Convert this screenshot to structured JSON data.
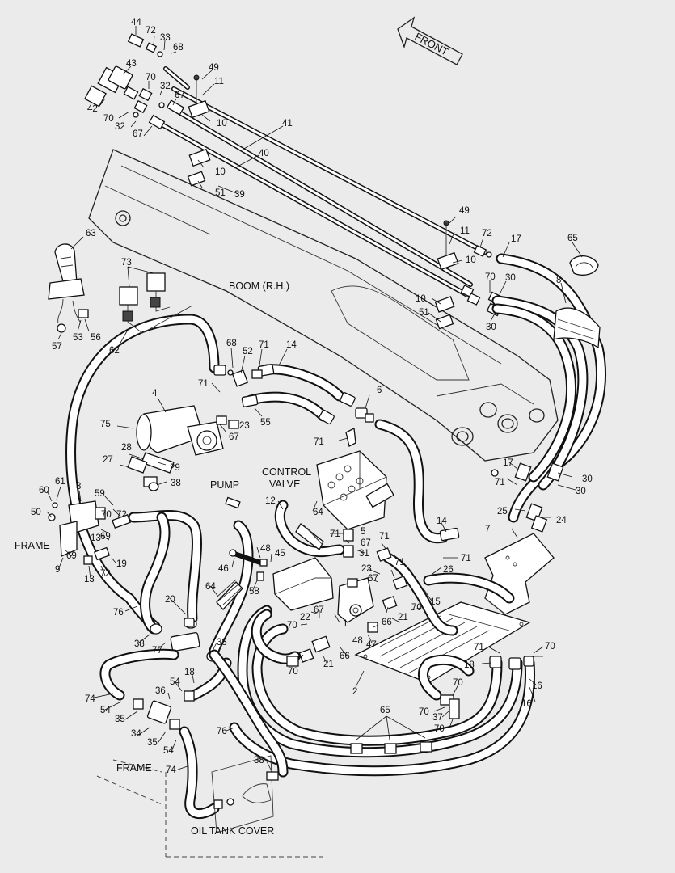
{
  "labels": {
    "front": "FRONT",
    "boom": "BOOM (R.H.)",
    "control_valve_line1": "CONTROL",
    "control_valve_line2": "VALVE",
    "pump": "PUMP",
    "frame_left": "FRAME",
    "frame_bottom": "FRAME",
    "oil_tank_cover": "OIL TANK COVER"
  },
  "callouts": [
    {
      "id": "c-44",
      "text": "44"
    },
    {
      "id": "c-72a",
      "text": "72"
    },
    {
      "id": "c-33",
      "text": "33"
    },
    {
      "id": "c-68a",
      "text": "68"
    },
    {
      "id": "c-49a",
      "text": "49"
    },
    {
      "id": "c-11a",
      "text": "11"
    },
    {
      "id": "c-43",
      "text": "43"
    },
    {
      "id": "c-70a",
      "text": "70"
    },
    {
      "id": "c-32a",
      "text": "32"
    },
    {
      "id": "c-67a",
      "text": "67"
    },
    {
      "id": "c-42",
      "text": "42"
    },
    {
      "id": "c-70b",
      "text": "70"
    },
    {
      "id": "c-32b",
      "text": "32"
    },
    {
      "id": "c-67b",
      "text": "67"
    },
    {
      "id": "c-10a",
      "text": "10"
    },
    {
      "id": "c-41",
      "text": "41"
    },
    {
      "id": "c-40",
      "text": "40"
    },
    {
      "id": "c-10b",
      "text": "10"
    },
    {
      "id": "c-39",
      "text": "39"
    },
    {
      "id": "c-51a",
      "text": "51"
    },
    {
      "id": "c-49b",
      "text": "49"
    },
    {
      "id": "c-11b",
      "text": "11"
    },
    {
      "id": "c-72b",
      "text": "72"
    },
    {
      "id": "c-17a",
      "text": "17"
    },
    {
      "id": "c-65a",
      "text": "65"
    },
    {
      "id": "c-10c",
      "text": "10"
    },
    {
      "id": "c-63",
      "text": "63"
    },
    {
      "id": "c-73",
      "text": "73"
    },
    {
      "id": "c-70c",
      "text": "70"
    },
    {
      "id": "c-30a",
      "text": "30"
    },
    {
      "id": "c-8",
      "text": "8"
    },
    {
      "id": "c-10d",
      "text": "10"
    },
    {
      "id": "c-51b",
      "text": "51"
    },
    {
      "id": "c-30b",
      "text": "30"
    },
    {
      "id": "c-57",
      "text": "57"
    },
    {
      "id": "c-53",
      "text": "53"
    },
    {
      "id": "c-56",
      "text": "56"
    },
    {
      "id": "c-62",
      "text": "62"
    },
    {
      "id": "c-68b",
      "text": "68"
    },
    {
      "id": "c-52",
      "text": "52"
    },
    {
      "id": "c-71a",
      "text": "71"
    },
    {
      "id": "c-14a",
      "text": "14"
    },
    {
      "id": "c-71b",
      "text": "71"
    },
    {
      "id": "c-4",
      "text": "4"
    },
    {
      "id": "c-6",
      "text": "6"
    },
    {
      "id": "c-23a",
      "text": "23"
    },
    {
      "id": "c-55",
      "text": "55"
    },
    {
      "id": "c-75",
      "text": "75"
    },
    {
      "id": "c-67c",
      "text": "67"
    },
    {
      "id": "c-71c",
      "text": "71"
    },
    {
      "id": "c-28",
      "text": "28"
    },
    {
      "id": "c-27",
      "text": "27"
    },
    {
      "id": "c-29",
      "text": "29"
    },
    {
      "id": "c-38a",
      "text": "38"
    },
    {
      "id": "c-17b",
      "text": "17"
    },
    {
      "id": "c-30c",
      "text": "30"
    },
    {
      "id": "c-71d",
      "text": "71"
    },
    {
      "id": "c-30d",
      "text": "30"
    },
    {
      "id": "c-60",
      "text": "60"
    },
    {
      "id": "c-61",
      "text": "61"
    },
    {
      "id": "c-3",
      "text": "3"
    },
    {
      "id": "c-59",
      "text": "59"
    },
    {
      "id": "c-70d",
      "text": "70"
    },
    {
      "id": "c-50",
      "text": "50"
    },
    {
      "id": "c-69a",
      "text": "69"
    },
    {
      "id": "c-72c",
      "text": "72"
    },
    {
      "id": "c-13a",
      "text": "13"
    },
    {
      "id": "c-12",
      "text": "12"
    },
    {
      "id": "c-64a",
      "text": "64"
    },
    {
      "id": "c-25",
      "text": "25"
    },
    {
      "id": "c-24",
      "text": "24"
    },
    {
      "id": "c-14b",
      "text": "14"
    },
    {
      "id": "c-7",
      "text": "7"
    },
    {
      "id": "c-69b",
      "text": "69"
    },
    {
      "id": "c-19",
      "text": "19"
    },
    {
      "id": "c-71e",
      "text": "71"
    },
    {
      "id": "c-67d",
      "text": "67"
    },
    {
      "id": "c-71f",
      "text": "71"
    },
    {
      "id": "c-31",
      "text": "31"
    },
    {
      "id": "c-71g",
      "text": "71"
    },
    {
      "id": "c-71h",
      "text": "71"
    },
    {
      "id": "c-9",
      "text": "9"
    },
    {
      "id": "c-13b",
      "text": "13"
    },
    {
      "id": "c-72d",
      "text": "72"
    },
    {
      "id": "c-46",
      "text": "46"
    },
    {
      "id": "c-48a",
      "text": "48"
    },
    {
      "id": "c-45",
      "text": "45"
    },
    {
      "id": "c-58",
      "text": "58"
    },
    {
      "id": "c-23b",
      "text": "23"
    },
    {
      "id": "c-26",
      "text": "26"
    },
    {
      "id": "c-67e",
      "text": "67"
    },
    {
      "id": "c-15",
      "text": "15"
    },
    {
      "id": "c-64b",
      "text": "64"
    },
    {
      "id": "c-20",
      "text": "20"
    },
    {
      "id": "c-76a",
      "text": "76"
    },
    {
      "id": "c-67f",
      "text": "67"
    },
    {
      "id": "c-1",
      "text": "1"
    },
    {
      "id": "c-21a",
      "text": "21"
    },
    {
      "id": "c-70e",
      "text": "70"
    },
    {
      "id": "c-22",
      "text": "22"
    },
    {
      "id": "c-66a",
      "text": "66"
    },
    {
      "id": "c-70f",
      "text": "70"
    },
    {
      "id": "c-48b",
      "text": "48"
    },
    {
      "id": "c-47",
      "text": "47"
    },
    {
      "id": "c-38b",
      "text": "38"
    },
    {
      "id": "c-77",
      "text": "77"
    },
    {
      "id": "c-38c",
      "text": "38"
    },
    {
      "id": "c-71i",
      "text": "71"
    },
    {
      "id": "c-70g",
      "text": "70"
    },
    {
      "id": "c-70h",
      "text": "70"
    },
    {
      "id": "c-21b",
      "text": "21"
    },
    {
      "id": "c-66b",
      "text": "66"
    },
    {
      "id": "c-18a",
      "text": "18"
    },
    {
      "id": "c-18b",
      "text": "18"
    },
    {
      "id": "c-16a",
      "text": "16"
    },
    {
      "id": "c-54a",
      "text": "54"
    },
    {
      "id": "c-36",
      "text": "36"
    },
    {
      "id": "c-2",
      "text": "2"
    },
    {
      "id": "c-70i",
      "text": "70"
    },
    {
      "id": "c-74a",
      "text": "74"
    },
    {
      "id": "c-54b",
      "text": "54"
    },
    {
      "id": "c-35a",
      "text": "35"
    },
    {
      "id": "c-70j",
      "text": "70"
    },
    {
      "id": "c-16b",
      "text": "16"
    },
    {
      "id": "c-65b",
      "text": "65"
    },
    {
      "id": "c-37",
      "text": "37"
    },
    {
      "id": "c-70k",
      "text": "70"
    },
    {
      "id": "c-34",
      "text": "34"
    },
    {
      "id": "c-35b",
      "text": "35"
    },
    {
      "id": "c-54c",
      "text": "54"
    },
    {
      "id": "c-76b",
      "text": "76"
    },
    {
      "id": "c-74b",
      "text": "74"
    },
    {
      "id": "c-38d",
      "text": "38"
    },
    {
      "id": "c-5",
      "text": "5"
    }
  ]
}
